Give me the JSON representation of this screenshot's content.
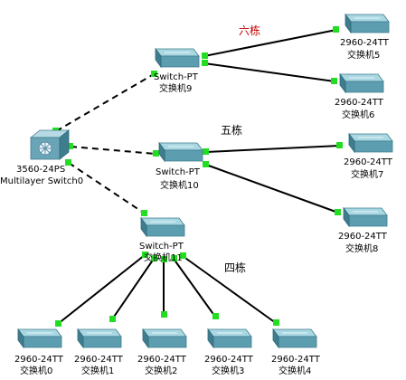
{
  "diagram": {
    "floors": {
      "six": "六栋",
      "five": "五栋",
      "four": "四栋"
    },
    "core": {
      "model": "3560-24PS",
      "name": "Multilayer Switch0"
    },
    "switches": {
      "sw9": {
        "model": "Switch-PT",
        "name": "交换机9"
      },
      "sw10": {
        "model": "Switch-PT",
        "name": "交换机10"
      },
      "sw11": {
        "model": "Switch-PT",
        "name": "交换机11"
      }
    },
    "access": {
      "sw5": {
        "model": "2960-24TT",
        "name": "交换机5"
      },
      "sw6": {
        "model": "2960-24TT",
        "name": "交换机6"
      },
      "sw7": {
        "model": "2960-24TT",
        "name": "交换机7"
      },
      "sw8": {
        "model": "2960-24TT",
        "name": "交换机8"
      },
      "sw0": {
        "model": "2960-24TT",
        "name": "交换机0"
      },
      "sw1": {
        "model": "2960-24TT",
        "name": "交换机1"
      },
      "sw2": {
        "model": "2960-24TT",
        "name": "交换机2"
      },
      "sw3": {
        "model": "2960-24TT",
        "name": "交换机3"
      },
      "sw4": {
        "model": "2960-24TT",
        "name": "交换机4"
      }
    },
    "colors": {
      "link_up": "#22dd22",
      "switch_top": "#9fd0dc",
      "switch_side": "#4f8ea0",
      "floor_highlight": "#c00000"
    }
  }
}
